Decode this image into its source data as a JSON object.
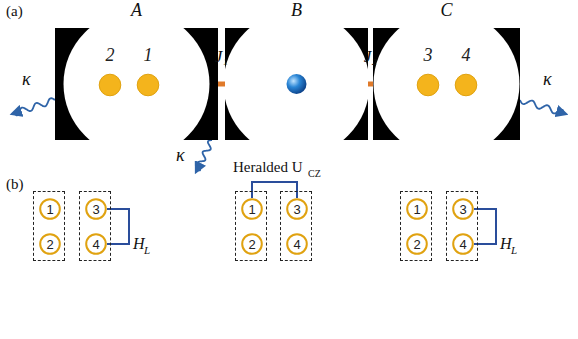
{
  "diagram": {
    "nodes": [
      {
        "text": [
          "A"
        ]
      },
      {
        "text": [
          "2"
        ],
        "in": 0
      },
      {
        "text": [
          "1"
        ],
        "in": 0
      },
      {
        "text": [
          "B"
        ]
      },
      {
        "text": [
          "C"
        ]
      },
      {
        "text": [
          "3"
        ],
        "in": 4
      },
      {
        "text": [
          "4"
        ],
        "in": 4
      },
      {
        "text": []
      },
      {
        "text": [
          "1"
        ],
        "in": 7
      },
      {
        "text": [
          "2"
        ],
        "in": 7
      },
      {
        "text": []
      },
      {
        "text": [
          "3"
        ],
        "in": 10
      },
      {
        "text": [
          "4"
        ],
        "in": 10
      },
      {
        "text": []
      },
      {
        "text": [
          "1"
        ],
        "in": 13
      },
      {
        "text": [
          "2"
        ],
        "in": 13
      },
      {
        "text": []
      },
      {
        "text": [
          "3"
        ],
        "in": 16
      },
      {
        "text": [
          "4"
        ],
        "in": 16
      },
      {
        "text": []
      },
      {
        "text": [
          "1"
        ],
        "in": 19
      },
      {
        "text": [
          "2"
        ],
        "in": 19
      },
      {
        "text": []
      },
      {
        "text": [
          "3"
        ],
        "in": 22
      },
      {
        "text": [
          "4"
        ],
        "in": 22
      }
    ],
    "edges": [
      {
        "from": 0,
        "to": 3,
        "arrow": "none",
        "label": "J₁"
      },
      {
        "from": 3,
        "to": 4,
        "arrow": "none",
        "label": "J₂"
      },
      {
        "from": 11,
        "to": 12,
        "arrow": "none"
      },
      {
        "from": 14,
        "to": 17,
        "arrow": "none"
      },
      {
        "from": 23,
        "to": 24,
        "arrow": "none"
      }
    ],
    "labels": [
      "(a)",
      "κ",
      "κ",
      "κ",
      "(b)",
      "H",
      "L",
      "Heralded U",
      "CZ",
      "H",
      "L"
    ]
  }
}
